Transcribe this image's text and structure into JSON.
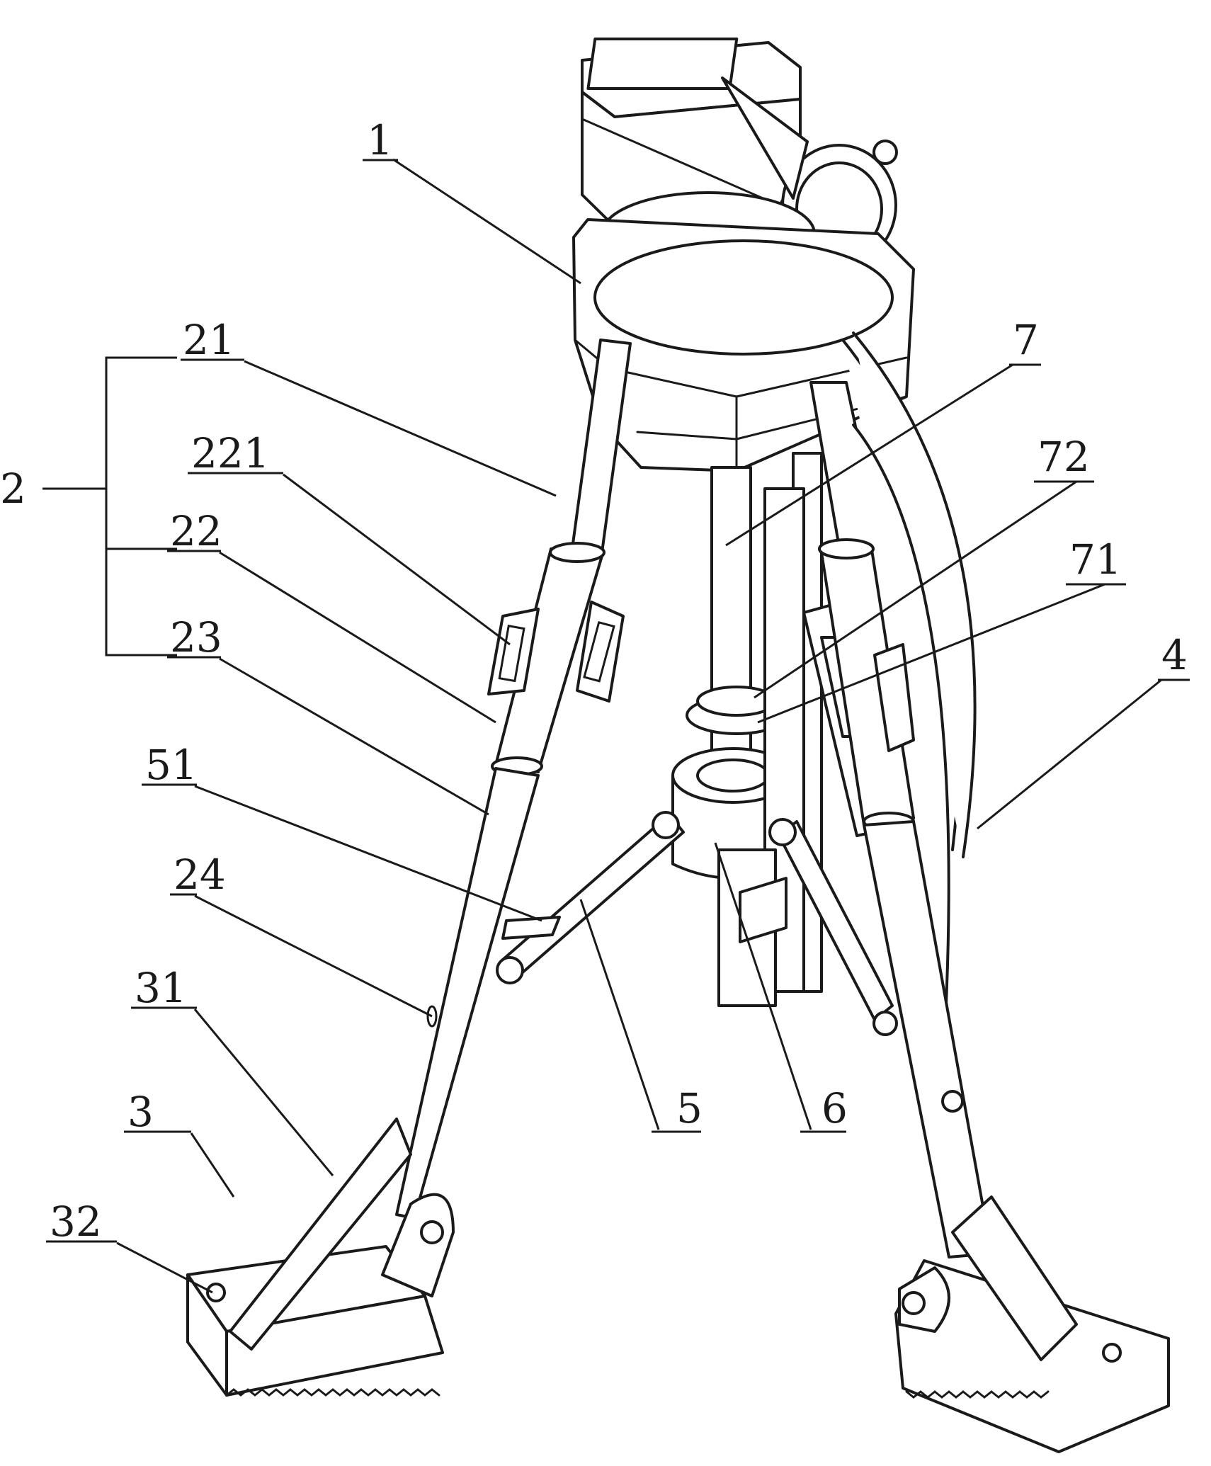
{
  "labels": {
    "l1": "1",
    "l2": "2",
    "l21": "21",
    "l22": "22",
    "l23": "23",
    "l24": "24",
    "l221": "221",
    "l3": "3",
    "l31": "31",
    "l32": "32",
    "l4": "4",
    "l5": "5",
    "l51": "51",
    "l6": "6",
    "l7": "7",
    "l71": "71",
    "l72": "72"
  },
  "colors": {
    "line": "#1a1a1a",
    "paper": "#ffffff"
  }
}
